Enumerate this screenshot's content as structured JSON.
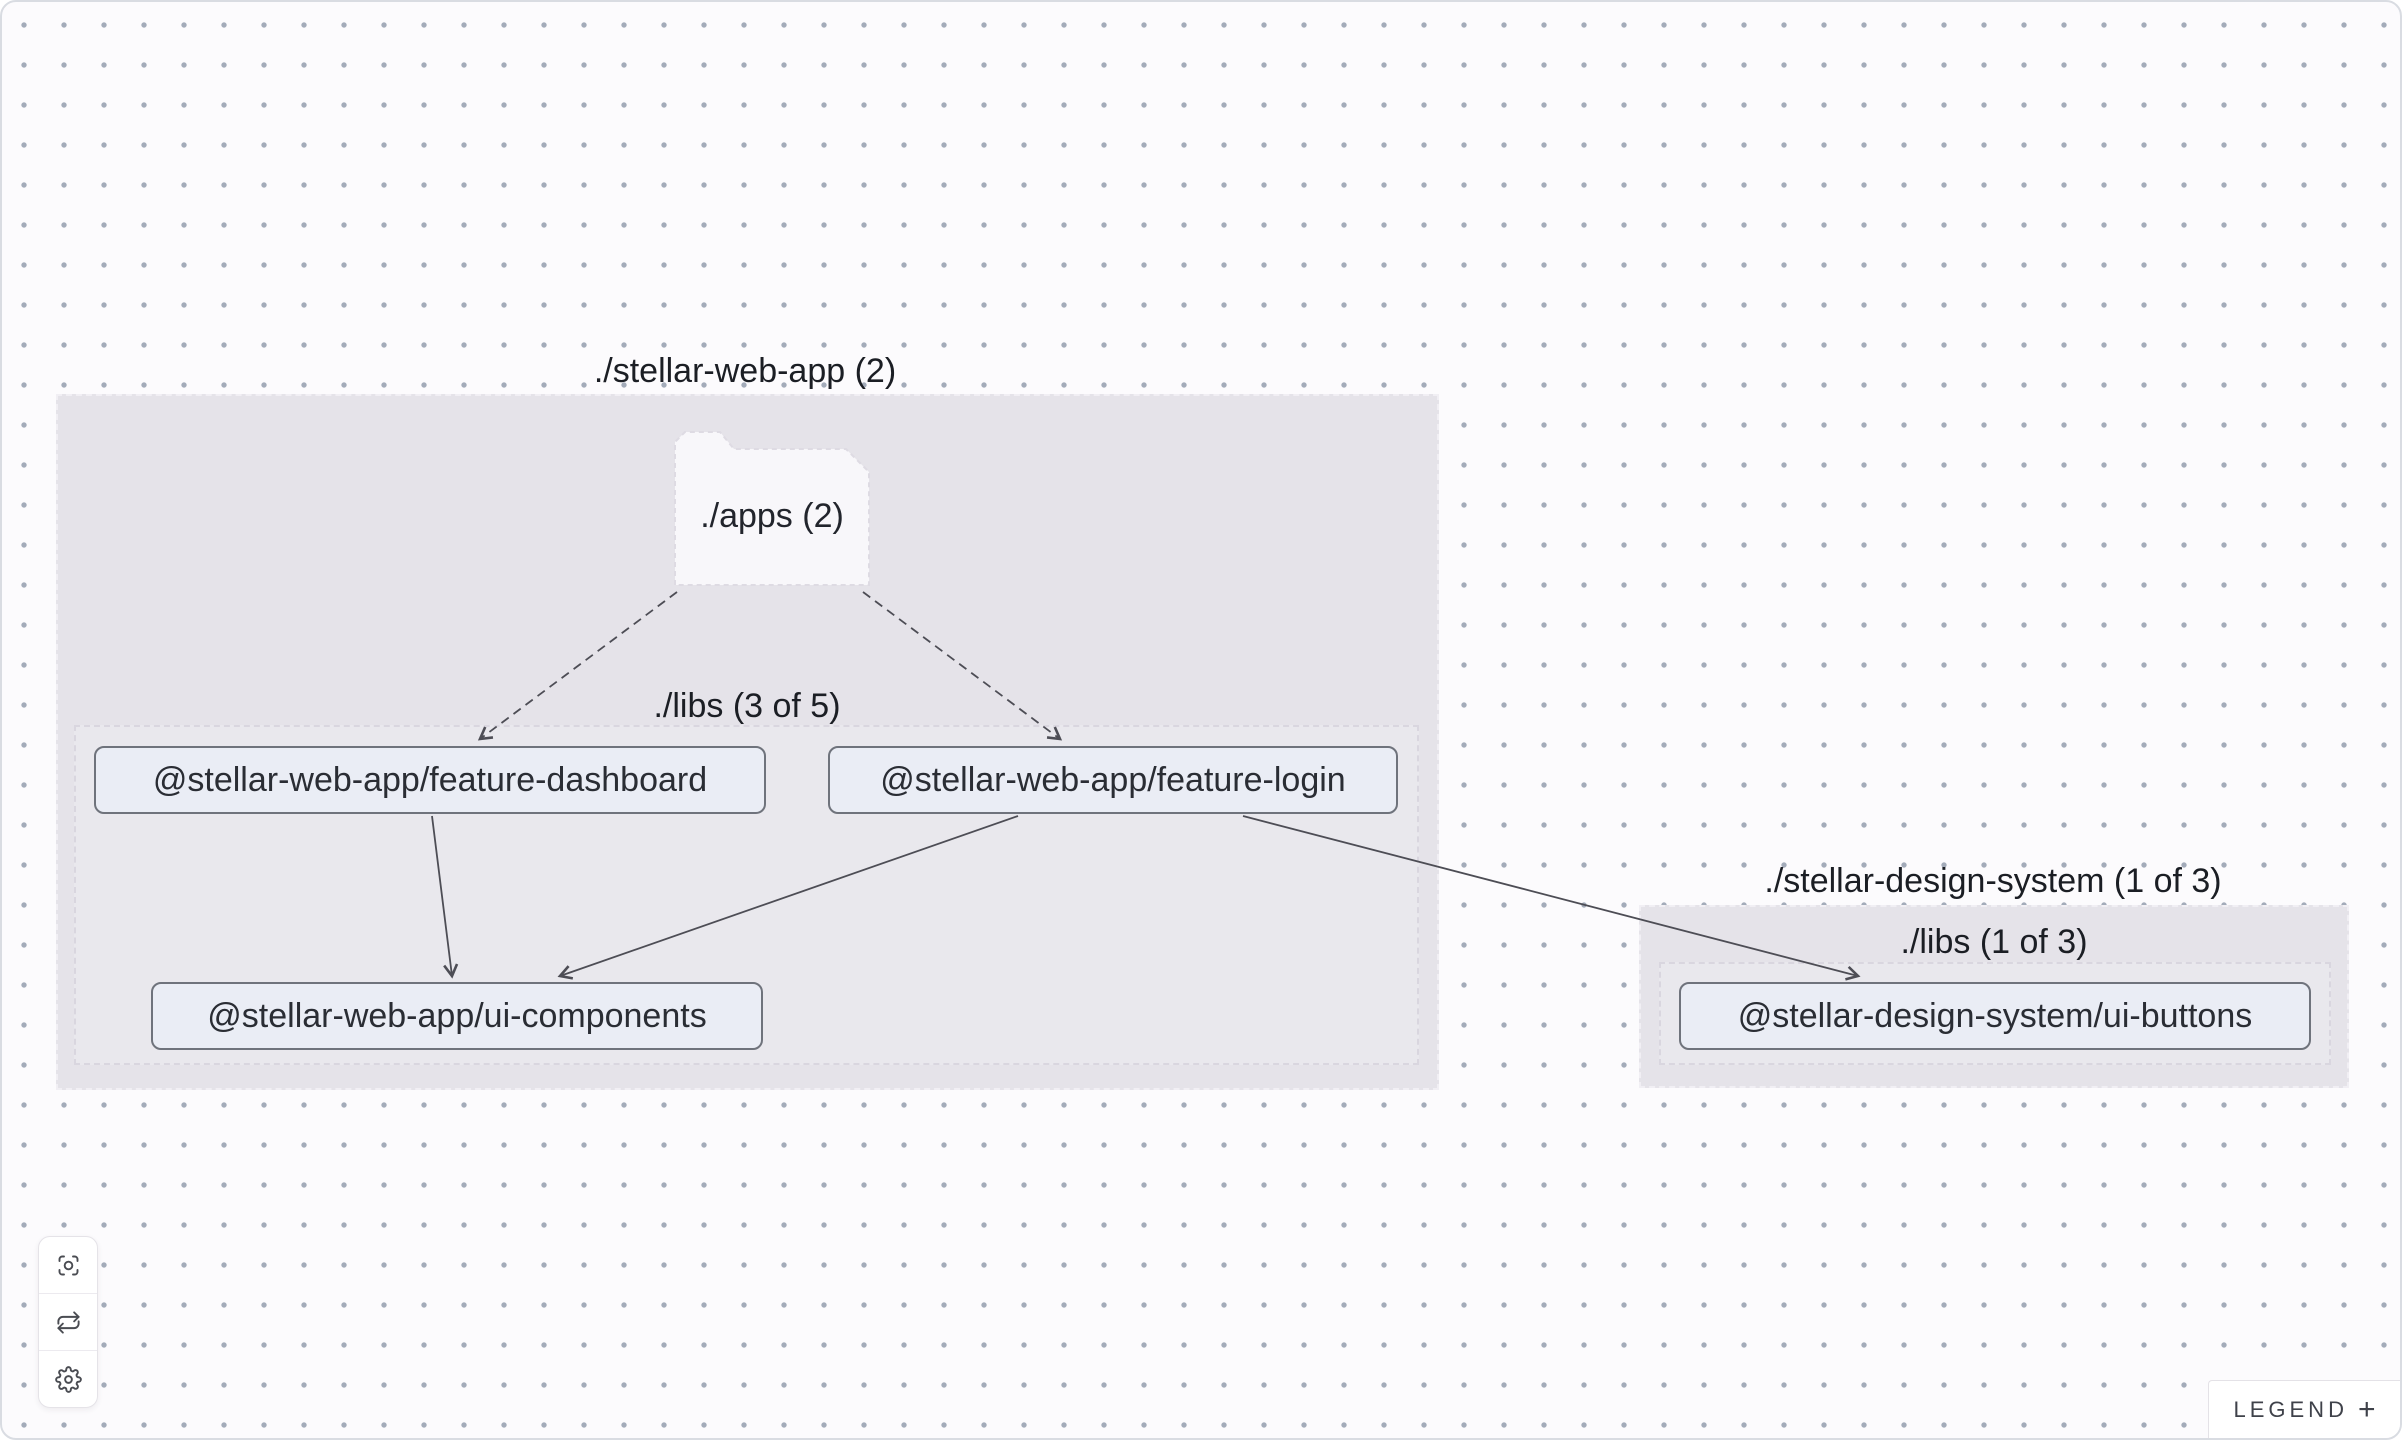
{
  "colors": {
    "canvas_bg": "#fcfbfd",
    "dot": "#a3abb9",
    "group_fill": "#e5e3e9",
    "node_fill": "#eaedf5",
    "node_border": "#6f737c",
    "node_text": "#2a2d34",
    "edge": "#4d4d55"
  },
  "groups": [
    {
      "id": "stellar-web-app",
      "title": "./stellar-web-app (2)",
      "folder": {
        "label": "./apps (2)"
      },
      "libs_label": "./libs (3 of 5)",
      "nodes": [
        {
          "id": "feature-dashboard",
          "label": "@stellar-web-app/feature-dashboard"
        },
        {
          "id": "feature-login",
          "label": "@stellar-web-app/feature-login"
        },
        {
          "id": "ui-components",
          "label": "@stellar-web-app/ui-components"
        }
      ]
    },
    {
      "id": "stellar-design-system",
      "title": "./stellar-design-system (1 of 3)",
      "libs_label": "./libs (1 of 3)",
      "nodes": [
        {
          "id": "ui-buttons",
          "label": "@stellar-design-system/ui-buttons"
        }
      ]
    }
  ],
  "edges": [
    {
      "source": "./apps",
      "target": "@stellar-web-app/feature-dashboard",
      "type": "dashed"
    },
    {
      "source": "./apps",
      "target": "@stellar-web-app/feature-login",
      "type": "dashed"
    },
    {
      "source": "@stellar-web-app/feature-dashboard",
      "target": "@stellar-web-app/ui-components",
      "type": "solid"
    },
    {
      "source": "@stellar-web-app/feature-login",
      "target": "@stellar-web-app/ui-components",
      "type": "solid"
    },
    {
      "source": "@stellar-web-app/feature-login",
      "target": "@stellar-design-system/ui-buttons",
      "type": "solid"
    }
  ],
  "toolbar": {
    "buttons": [
      {
        "icon": "focus-icon"
      },
      {
        "icon": "refresh-icon"
      },
      {
        "icon": "gear-icon"
      }
    ]
  },
  "legend": {
    "label": "LEGEND",
    "toggle": "+"
  }
}
